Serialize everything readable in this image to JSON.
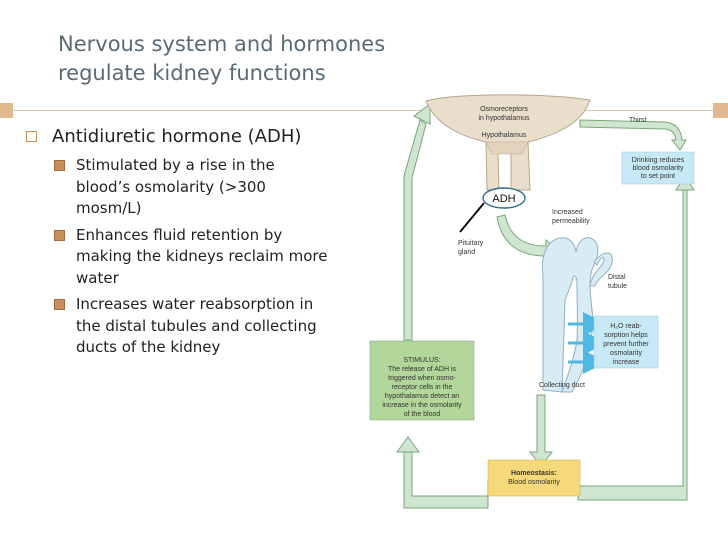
{
  "title_lines": [
    "Nervous system and hormones",
    "regulate kidney functions"
  ],
  "bullets": {
    "main": "Antidiuretic hormone (ADH)",
    "sub": [
      {
        "lines": [
          "Stimulated by a rise in the",
          "blood’s osmolarity (>300",
          "mosm/L)"
        ]
      },
      {
        "lines": [
          "Enhances fluid retention by",
          "making the kidneys reclaim more",
          "water"
        ]
      },
      {
        "lines": [
          "Increases water reabsorption in",
          "the distal tubules and collecting",
          "ducts of the kidney"
        ]
      }
    ]
  },
  "diagram": {
    "osmoreceptors": [
      "Osmoreceptors",
      "in hypothalamus"
    ],
    "hypothalamus": "Hypothalamus",
    "adh": "ADH",
    "pituitary": [
      "Pituitary",
      "gland"
    ],
    "increased_permeability": [
      "Increased",
      "permeability"
    ],
    "thirst": "Thirst",
    "drinking": [
      "Drinking reduces",
      "blood osmolarity",
      "to set point"
    ],
    "distal_tubule": [
      "Distal",
      "tubule"
    ],
    "reabsorption": [
      "H₂O reab-",
      "sorption helps",
      "prevent further",
      "osmolarity",
      "increase"
    ],
    "collecting_duct": "Collecting duct",
    "stimulus": [
      "STIMULUS:",
      "The release of ADH is",
      "triggered when osmo-",
      "receptor cells in the",
      "hypothalamus detect an",
      "increase in the osmolarity",
      "of the blood"
    ],
    "homeostasis_title": "Homeostasis:",
    "homeostasis_text": "Blood osmolarity",
    "colors": {
      "arrow": "#cfe5cf",
      "arrow_stroke": "#7aa67a",
      "stimulus_box": "#b3d69b",
      "homeostasis_box": "#f5d97a",
      "info_box": "#c7e8f5",
      "blue_arrow": "#4fb8e3",
      "tan": "#e9ddcc",
      "tan_stroke": "#b7a58e",
      "duct": "#d9ecf4",
      "duct_stroke": "#8fb0c6",
      "adh_ball": "#ffffff"
    }
  }
}
